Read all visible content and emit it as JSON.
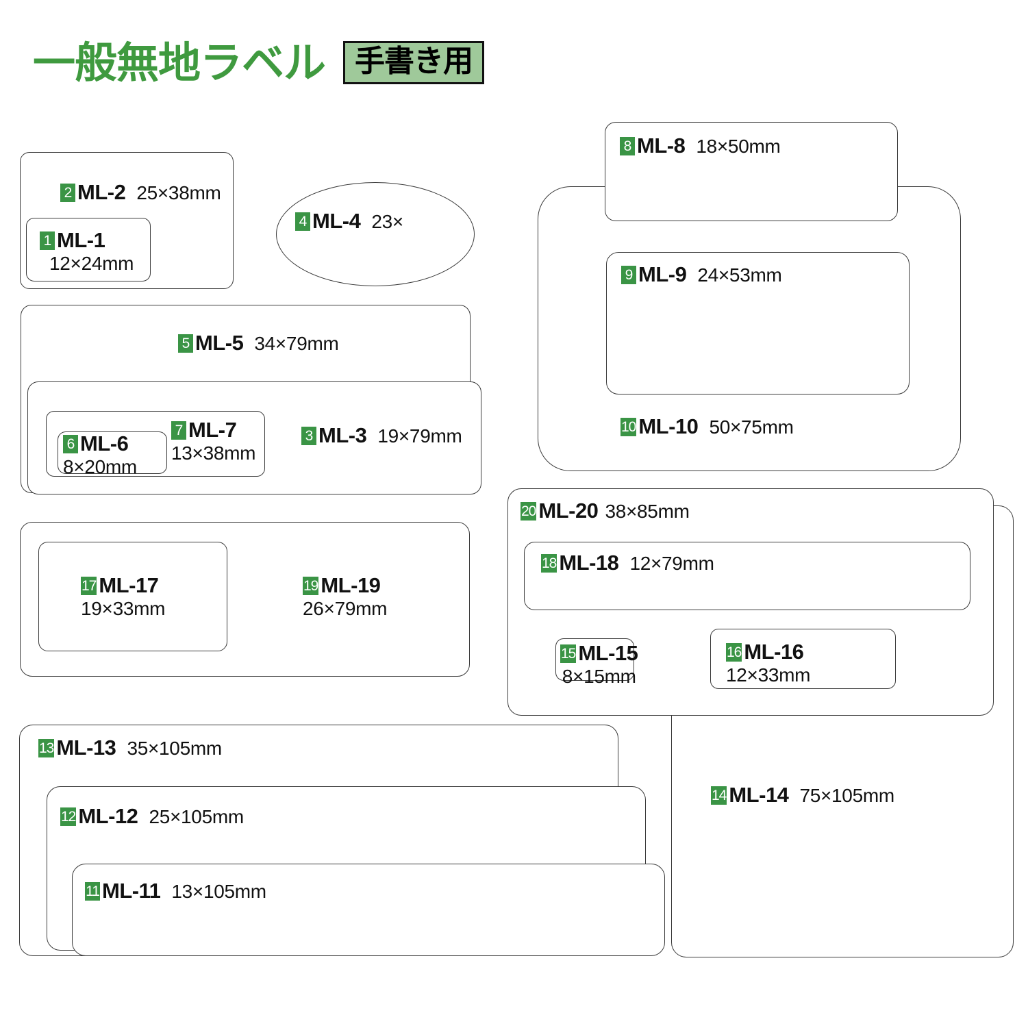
{
  "header": {
    "title": "一般無地ラベル",
    "badge": "手書き用"
  },
  "colors": {
    "title_green": "#3f9a3f",
    "badge_bg": "#9fc99a",
    "number_badge_green": "#3a9445",
    "outline": "#3a3a3a"
  },
  "labels": [
    {
      "num": "1",
      "code": "ML-1",
      "dim": "12×24mm"
    },
    {
      "num": "2",
      "code": "ML-2",
      "dim": "25×38mm"
    },
    {
      "num": "3",
      "code": "ML-3",
      "dim": "19×79mm"
    },
    {
      "num": "4",
      "code": "ML-4",
      "dim": "23×"
    },
    {
      "num": "5",
      "code": "ML-5",
      "dim": "34×79mm"
    },
    {
      "num": "6",
      "code": "ML-6",
      "dim": "8×20mm"
    },
    {
      "num": "7",
      "code": "ML-7",
      "dim": "13×38mm"
    },
    {
      "num": "8",
      "code": "ML-8",
      "dim": "18×50mm"
    },
    {
      "num": "9",
      "code": "ML-9",
      "dim": "24×53mm"
    },
    {
      "num": "10",
      "code": "ML-10",
      "dim": "50×75mm"
    },
    {
      "num": "11",
      "code": "ML-11",
      "dim": "13×105mm"
    },
    {
      "num": "12",
      "code": "ML-12",
      "dim": "25×105mm"
    },
    {
      "num": "13",
      "code": "ML-13",
      "dim": "35×105mm"
    },
    {
      "num": "14",
      "code": "ML-14",
      "dim": "75×105mm"
    },
    {
      "num": "15",
      "code": "ML-15",
      "dim": "8×15mm"
    },
    {
      "num": "16",
      "code": "ML-16",
      "dim": "12×33mm"
    },
    {
      "num": "17",
      "code": "ML-17",
      "dim": "19×33mm"
    },
    {
      "num": "18",
      "code": "ML-18",
      "dim": "12×79mm"
    },
    {
      "num": "19",
      "code": "ML-19",
      "dim": "26×79mm"
    },
    {
      "num": "20",
      "code": "ML-20",
      "dim": "38×85mm"
    }
  ]
}
